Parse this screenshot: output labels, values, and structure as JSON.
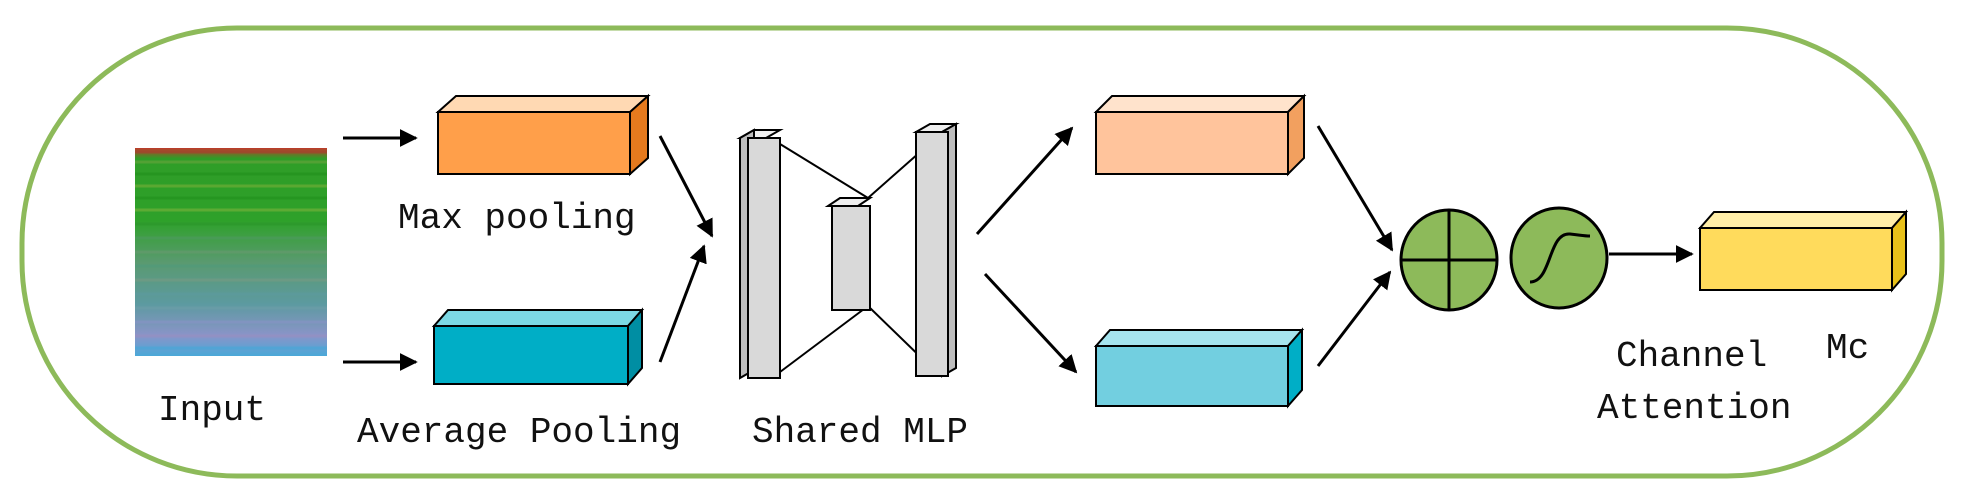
{
  "labels": {
    "input": "Input",
    "max_pooling": "Max pooling",
    "average_pooling": "Average Pooling",
    "shared_mlp": "Shared MLP",
    "channel_attention_line1": "Channel",
    "channel_attention_line2": "Attention",
    "mc": "Mc"
  },
  "colors": {
    "frame": "#8dba5a",
    "max_pool": "#ff9f4a",
    "avg_pool": "#00aec6",
    "mlp_out_max": "#ffc49c",
    "mlp_out_avg": "#72cfe0",
    "output_mc": "#ffdb5c",
    "circle_fill": "#8dba5a",
    "mlp_block": "#d9d9d9"
  },
  "icons": {
    "sum": "plus-circle-icon",
    "sigmoid": "sigmoid-circle-icon"
  }
}
